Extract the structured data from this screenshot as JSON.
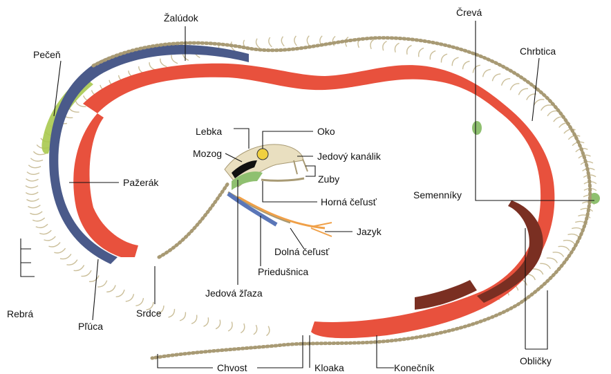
{
  "diagram": {
    "title": "",
    "labels": {
      "zaludok": "Žalúdok",
      "cheva": "Črevá",
      "pecen": "Pečeň",
      "chrbtica": "Chrbtica",
      "lebka": "Lebka",
      "oko": "Oko",
      "mozog": "Mozog",
      "jedovy_kanalik": "Jedový kanálik",
      "zuby": "Zuby",
      "pazerak": "Pažerák",
      "horna_celust": "Horná čeľusť",
      "semenniky": "Semenníky",
      "jazyk": "Jazyk",
      "dolna_celust": "Dolná čeľusť",
      "priedusnica": "Priedušnica",
      "jedova_zlaza": "Jedová žľaza",
      "rebra": "Rebrá",
      "pluca": "Pľúca",
      "srdce": "Srdce",
      "oblicky": "Obličky",
      "chvost": "Chvost",
      "kloaka": "Kloaka",
      "konecnik": "Konečník"
    },
    "colors": {
      "intestine": "#e8513d",
      "lung": "#4a5a8a",
      "liver": "#a9c94f",
      "bone": "#e9dfc0",
      "kidney": "#7a2f22",
      "tongue": "#f0a048"
    }
  }
}
